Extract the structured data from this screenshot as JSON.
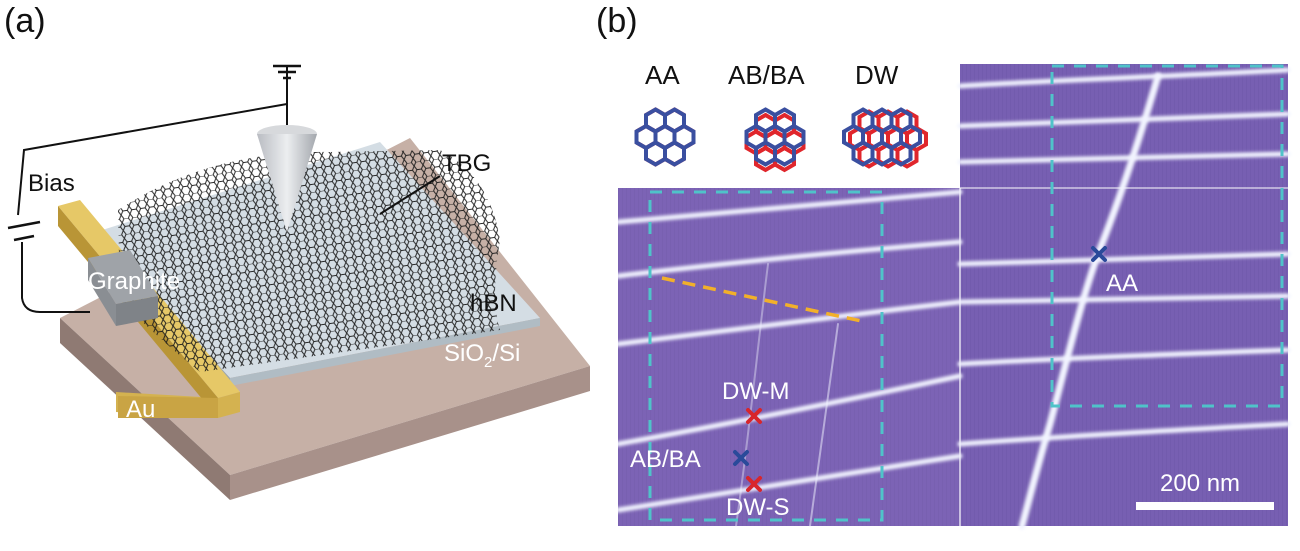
{
  "panel_a": {
    "label": "(a)",
    "labels": {
      "bias": "Bias",
      "tbg": "TBG",
      "graphite": "Graphite",
      "hbn": "hBN",
      "substrate_main": "SiO",
      "substrate_sub": "2",
      "substrate_tail": "/Si",
      "au": "Au"
    }
  },
  "panel_b": {
    "label": "(b)",
    "stacking": [
      {
        "name": "AA"
      },
      {
        "name": "AB/BA"
      },
      {
        "name": "DW"
      }
    ],
    "markers": {
      "aa": "AA",
      "dw_m": "DW-M",
      "ab_ba": "AB/BA",
      "dw_s": "DW-S"
    },
    "scale_bar": "200 nm",
    "colors": {
      "map_purple": "#7a62b4",
      "domain_wall": "#f2f4ff",
      "box_dash": "#4fc3c9",
      "cut_line": "#f2b02a",
      "blue_lattice": "#3a4fa0",
      "red_lattice": "#e0262c",
      "marker_blue": "#2a4a9a",
      "marker_red": "#d8262c"
    }
  }
}
